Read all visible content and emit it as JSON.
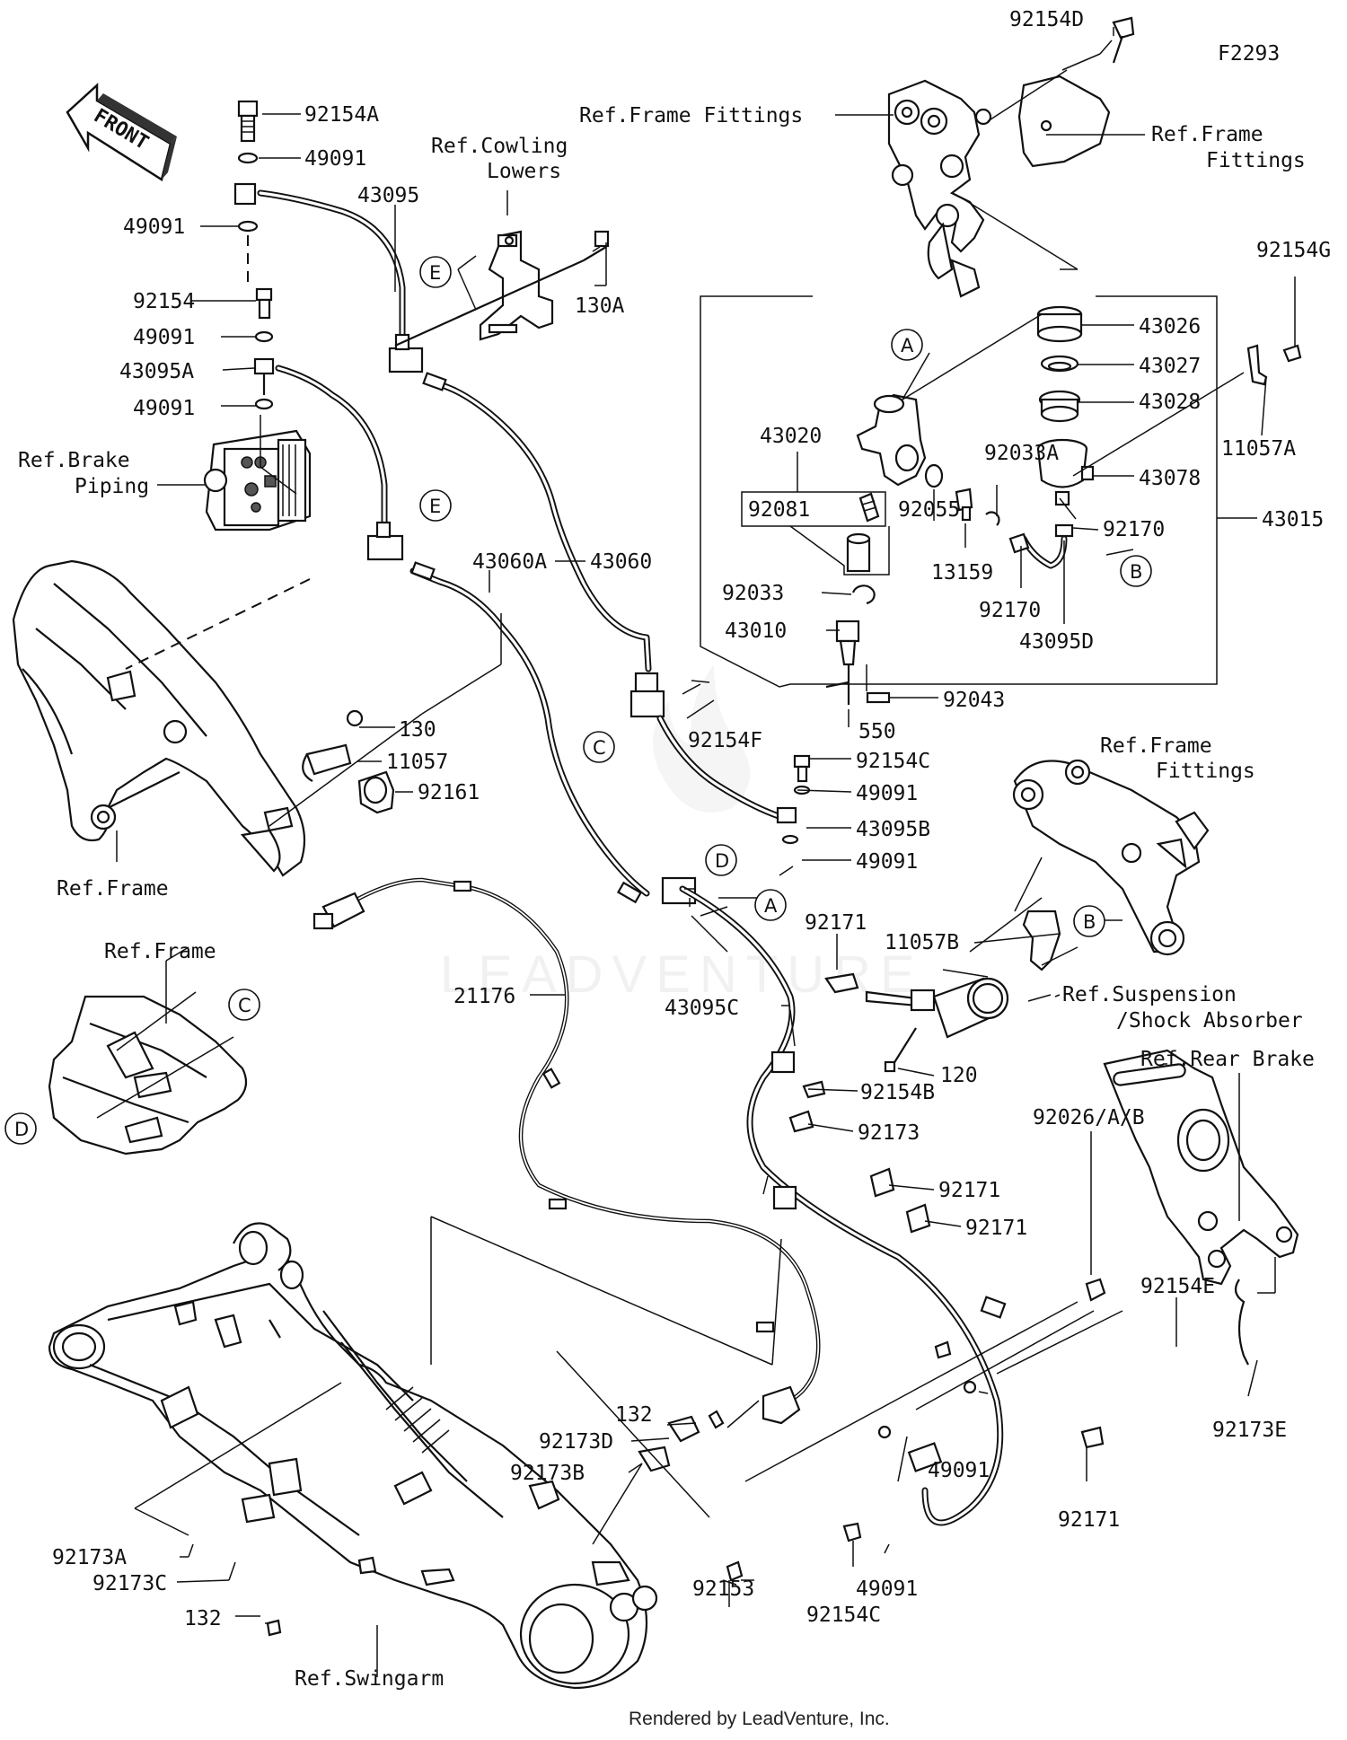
{
  "diagram_code": "F2293",
  "front_arrow": "FRONT",
  "watermark": "LEADVENTURE",
  "credit": "Rendered by LeadVenture, Inc.",
  "references": {
    "frame_fittings_1": "Ref.Frame Fittings",
    "frame_fittings_2": [
      "Ref.Frame",
      "Fittings"
    ],
    "frame_fittings_3": [
      "Ref.Frame",
      "Fittings"
    ],
    "cowling_lowers": [
      "Ref.Cowling",
      "Lowers"
    ],
    "brake_piping": [
      "Ref.Brake",
      "Piping"
    ],
    "frame_1": "Ref.Frame",
    "frame_2": "Ref.Frame",
    "suspension": [
      "Ref.Suspension",
      "/Shock Absorber"
    ],
    "rear_brake": "Ref.Rear Brake",
    "swingarm": "Ref.Swingarm"
  },
  "callouts": {
    "a": "A",
    "b": "B",
    "c": "C",
    "d": "D",
    "e": "E"
  },
  "parts": {
    "p92154D": "92154D",
    "p92154A": "92154A",
    "p49091_1": "49091",
    "p49091_2": "49091",
    "p49091_3": "49091",
    "p49091_4": "49091",
    "p49091_5": "49091",
    "p49091_6": "49091",
    "p49091_7": "49091",
    "p49091_8": "49091",
    "p43095": "43095",
    "p92154": "92154",
    "p43095A": "43095A",
    "p130A": "130A",
    "p92154G": "92154G",
    "p43026": "43026",
    "p43027": "43027",
    "p43028": "43028",
    "p11057A": "11057A",
    "p43020": "43020",
    "p92033A": "92033A",
    "p43078": "43078",
    "p92081": "92081",
    "p92055": "92055",
    "p92170_1": "92170",
    "p92170_2": "92170",
    "p43015": "43015",
    "p13159": "13159",
    "p43060A": "43060A",
    "p43060": "43060",
    "p92033": "92033",
    "p43095D": "43095D",
    "p43010": "43010",
    "p92043": "92043",
    "p130": "130",
    "p550": "550",
    "p92154F": "92154F",
    "p11057": "11057",
    "p92154C_1": "92154C",
    "p92154C_2": "92154C",
    "p92161": "92161",
    "p43095B": "43095B",
    "p11057B": "11057B",
    "p92171_1": "92171",
    "p92171_2": "92171",
    "p92171_3": "92171",
    "p92171_4": "92171",
    "p21176": "21176",
    "p43095C": "43095C",
    "p120": "120",
    "p92154B": "92154B",
    "p92173": "92173",
    "p92026": "92026/A/B",
    "p92154E": "92154E",
    "p92173E": "92173E",
    "p132_1": "132",
    "p132_2": "132",
    "p92173D": "92173D",
    "p92173B": "92173B",
    "p92173A": "92173A",
    "p92173C": "92173C",
    "p92153": "92153"
  }
}
